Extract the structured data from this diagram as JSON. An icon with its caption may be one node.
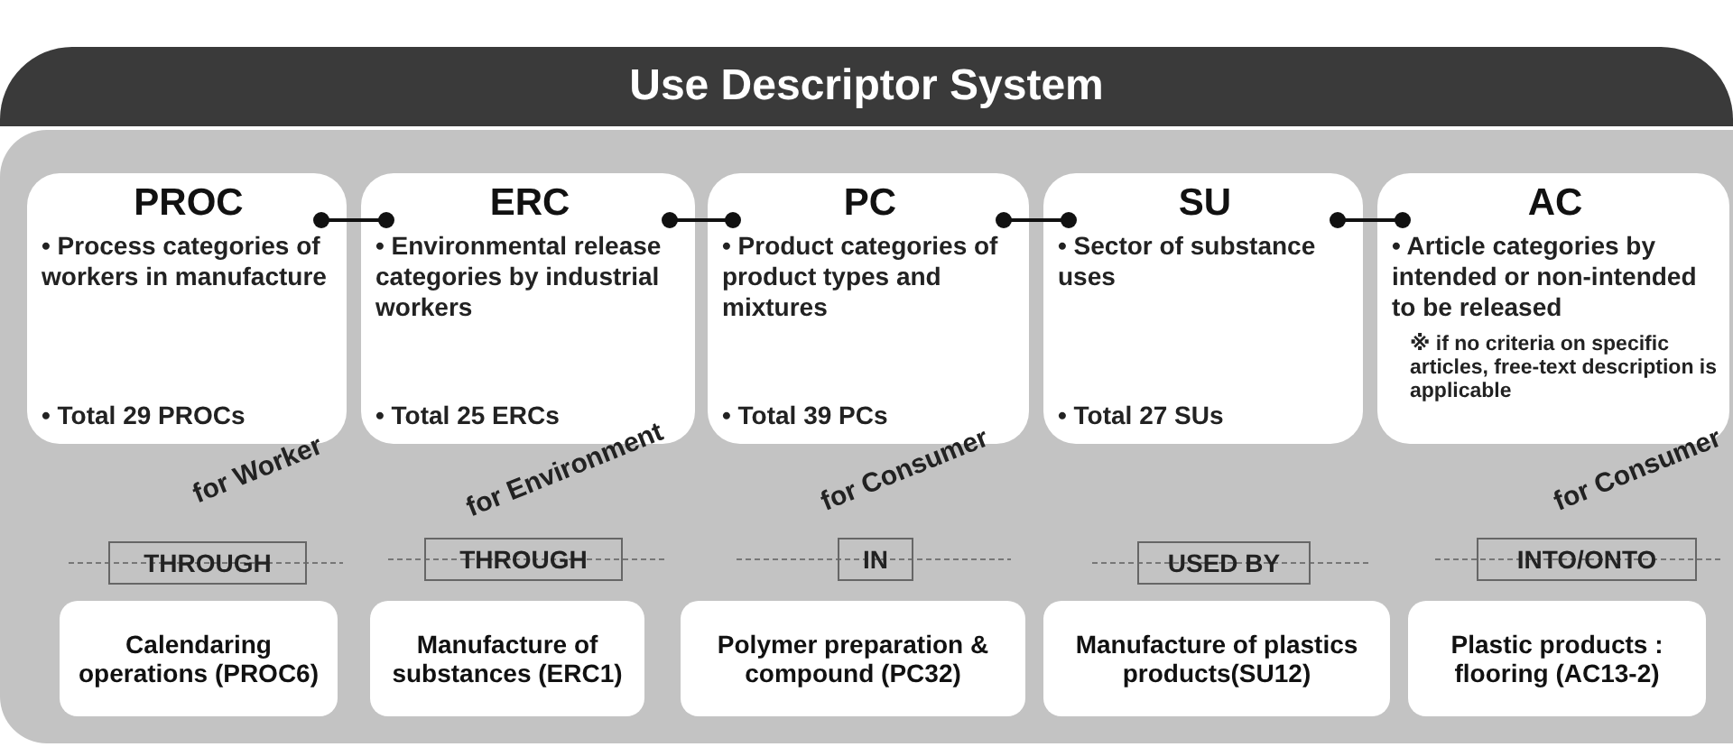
{
  "diagram": {
    "title": "Use Descriptor System",
    "nodes": [
      {
        "text": [
          "PROC",
          "• Process categories of workers in manufacture",
          "• Total 29 PROCs"
        ],
        "beside": [
          "for Worker"
        ]
      },
      {
        "text": [
          "ERC",
          "• Environmental release categories by industrial workers",
          "• Total 25 ERCs"
        ],
        "beside": [
          "for Environment"
        ]
      },
      {
        "text": [
          "PC",
          "• Product categories of product types and mixtures",
          "• Total 39 PCs"
        ],
        "beside": [
          "for Consumer"
        ]
      },
      {
        "text": [
          "SU",
          "• Sector of substance uses",
          "• Total 27 SUs"
        ]
      },
      {
        "text": [
          "AC",
          "• Article categories by intended or non-intended to be released",
          "※ if no criteria on specific articles, free-text description is applicable"
        ],
        "beside": [
          "for Consumer"
        ]
      },
      {
        "text": [
          "THROUGH"
        ]
      },
      {
        "text": [
          "THROUGH"
        ]
      },
      {
        "text": [
          "IN"
        ]
      },
      {
        "text": [
          "USED BY"
        ]
      },
      {
        "text": [
          "INTO/ONTO"
        ]
      },
      {
        "text": [
          "Calendaring operations (PROC6)"
        ]
      },
      {
        "text": [
          "Manufacture of substances (ERC1)"
        ]
      },
      {
        "text": [
          "Polymer preparation & compound (PC32)"
        ]
      },
      {
        "text": [
          "Manufacture of plastics products(SU12)"
        ]
      },
      {
        "text": [
          "Plastic products : flooring (AC13-2)"
        ]
      }
    ],
    "edges": [
      {
        "from": 0,
        "to": 1,
        "arrow": "other"
      },
      {
        "from": 1,
        "to": 2,
        "arrow": "other"
      },
      {
        "from": 2,
        "to": 3,
        "arrow": "other"
      },
      {
        "from": 3,
        "to": 4,
        "arrow": "other"
      }
    ]
  }
}
